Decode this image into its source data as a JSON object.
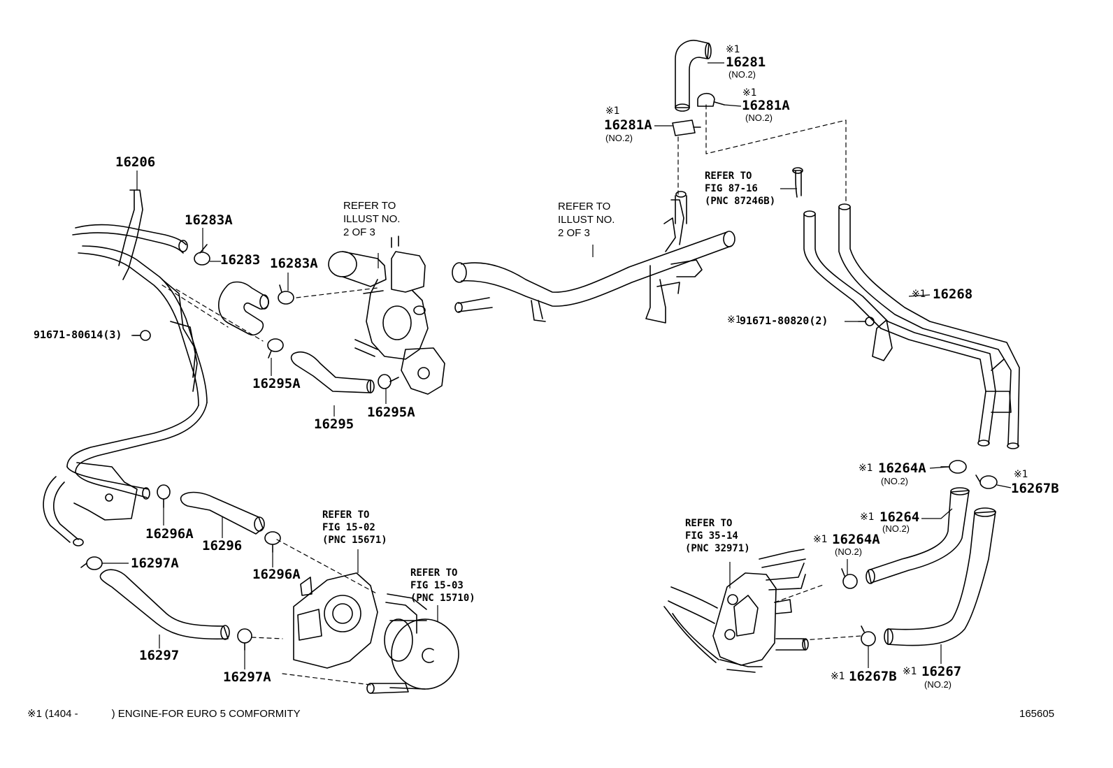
{
  "mark": "※1",
  "parts": {
    "p16206": "16206",
    "p16283A_top": "16283A",
    "p16283": "16283",
    "p16283A_mid": "16283A",
    "p91671_80614": "91671-80614(3)",
    "p16295A_left": "16295A",
    "p16295": "16295",
    "p16295A_right": "16295A",
    "p16296A_left": "16296A",
    "p16296": "16296",
    "p16296A_right": "16296A",
    "p16297A_top": "16297A",
    "p16297": "16297",
    "p16297A_bottom": "16297A",
    "p16281": "16281",
    "p16281A_right": "16281A",
    "p16281A_left": "16281A",
    "p16268": "16268",
    "p91671_80820": "91671-80820(2)",
    "p16264A_top": "16264A",
    "p16267B_top": "16267B",
    "p16264": "16264",
    "p16264A_mid": "16264A",
    "p16267B_bottom": "16267B",
    "p16267": "16267"
  },
  "sublabels": {
    "no2": "(NO.2)"
  },
  "refs": {
    "illust_left": [
      "REFER TO",
      "ILLUST NO.",
      "2 OF 3"
    ],
    "illust_right": [
      "REFER TO",
      "ILLUST NO.",
      "2 OF 3"
    ],
    "fig87": [
      "REFER TO",
      "FIG 87-16",
      "(PNC 87246B)"
    ],
    "fig15_02": [
      "REFER TO",
      "FIG 15-02",
      "(PNC 15671)"
    ],
    "fig15_03": [
      "REFER TO",
      "FIG 15-03",
      "(PNC 15710)"
    ],
    "fig35": [
      "REFER TO",
      "FIG 35-14",
      "(PNC 32971)"
    ]
  },
  "footer": {
    "note_prefix": "※1 (1404 -",
    "note_suffix": ") ENGINE-FOR EURO 5 COMFORMITY",
    "code": "165605"
  }
}
